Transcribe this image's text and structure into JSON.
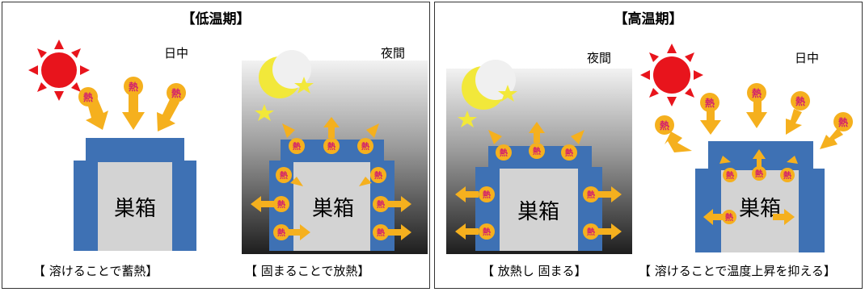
{
  "left": {
    "title": "【低温期】",
    "day_label": "日中",
    "night_label": "夜間",
    "day_caption": "【 溶けることで蓄熱】",
    "night_caption": "【 固まることで放熱】"
  },
  "right": {
    "title": "【高温期】",
    "night_label": "夜間",
    "day_label": "日中",
    "night_caption": "【 放熱し 固まる】",
    "day_caption": "【 溶けることで温度上昇を抑える】"
  },
  "common": {
    "hive_label": "巣箱",
    "heat_glyph": "熱"
  },
  "colors": {
    "sun": "#e8141c",
    "arrow": "#f5b01e",
    "wall": "#3e71b4",
    "hive": "#d3d3d3",
    "moon": "#f2e83a",
    "heat_text": "#d21e6e"
  }
}
